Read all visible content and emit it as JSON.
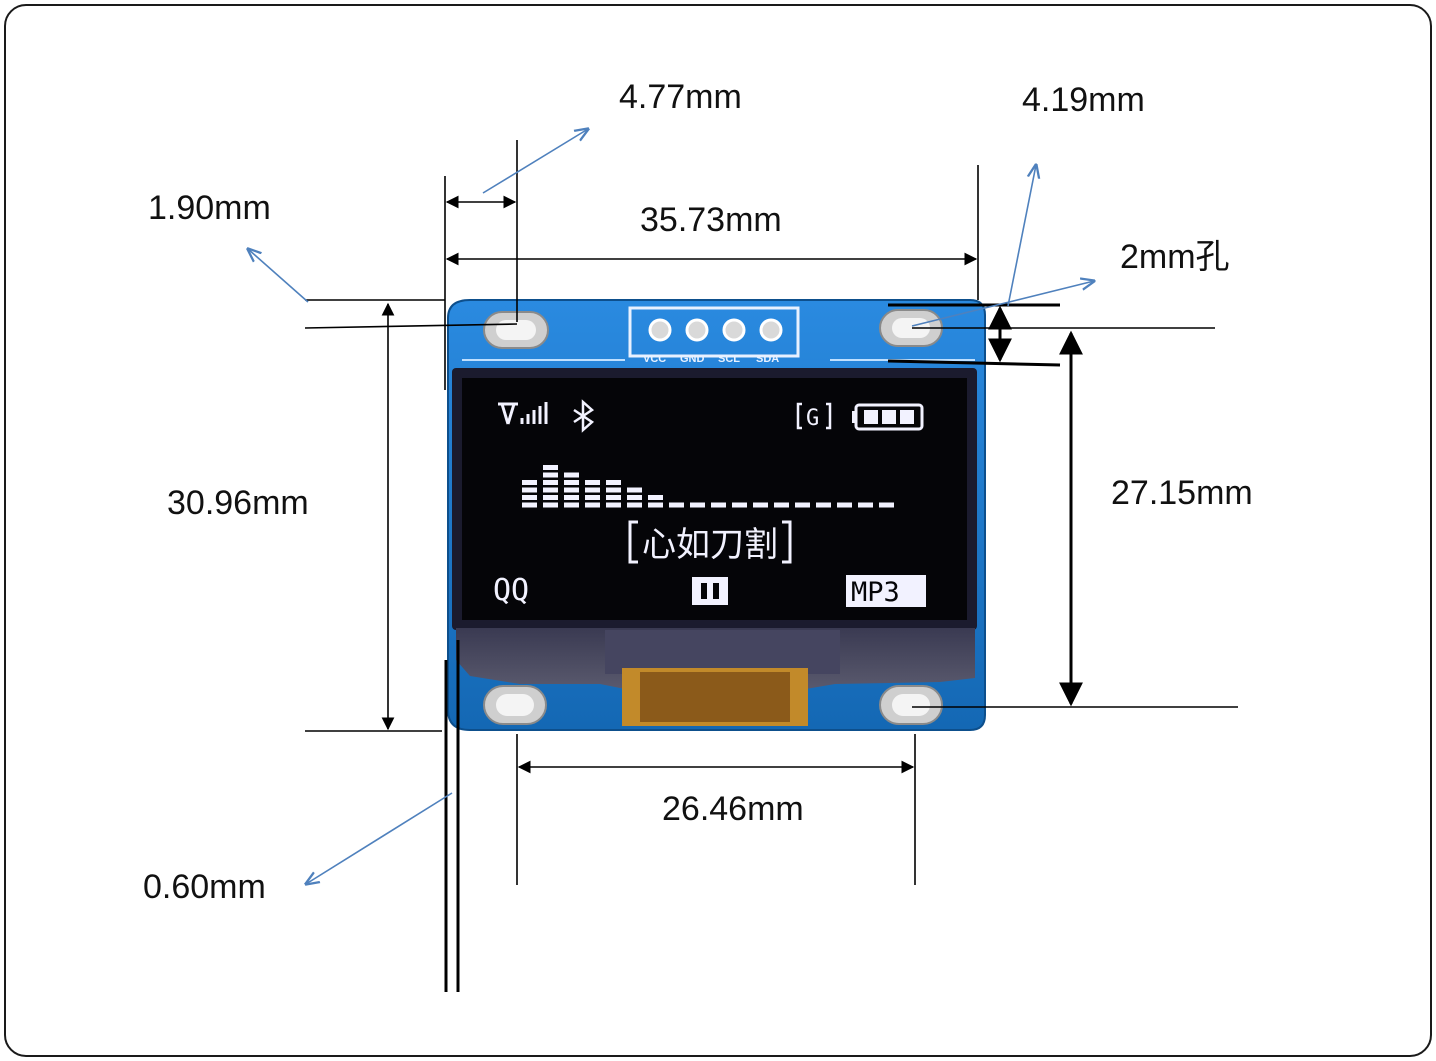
{
  "dimensions": {
    "hole_offset_top": "4.77mm",
    "hole_offset_right": "4.19mm",
    "edge_offset": "1.90mm",
    "hole_spacing_top": "35.73mm",
    "hole_diameter": "2mm孔",
    "board_height": "30.96mm",
    "hole_spacing_vertical": "27.15mm",
    "hole_spacing_bottom": "26.46mm",
    "board_thickness": "0.60mm"
  },
  "header_pins": [
    "VCC",
    "GND",
    "SCL",
    "SDA"
  ],
  "oled_screen": {
    "song_title": "心如刀割",
    "left_label": "QQ",
    "right_label": "MP3",
    "network_label": "G"
  },
  "spectrum_levels": [
    4,
    6,
    5,
    4,
    4,
    3,
    2,
    1,
    1,
    1,
    1,
    1,
    1,
    1,
    1,
    1,
    1,
    1
  ],
  "colors": {
    "pcb_blue": "#1f7fd0",
    "screen_black": "#050508",
    "arrow_blue": "#4f81bd",
    "dimension_line": "#000000"
  }
}
